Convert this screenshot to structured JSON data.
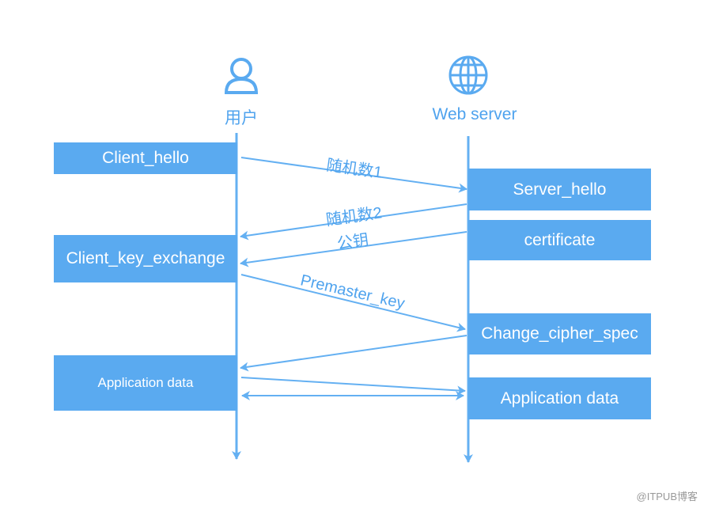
{
  "actors": {
    "user": {
      "label": "用户",
      "icon": "user-icon"
    },
    "server": {
      "label": "Web server",
      "icon": "globe-icon"
    }
  },
  "client_boxes": {
    "client_hello": "Client_hello",
    "client_key_exchange": "Client_key_exchange",
    "application_data": "Application data"
  },
  "server_boxes": {
    "server_hello": "Server_hello",
    "certificate": "certificate",
    "change_cipher_spec": "Change_cipher_spec",
    "application_data": "Application data"
  },
  "messages": {
    "random1": "随机数1",
    "random2": "随机数2",
    "public_key": "公钥",
    "premaster_key": "Premaster_key"
  },
  "watermark": "@ITPUB博客",
  "colors": {
    "accent": "#5aaaf0",
    "line": "#64b0f2",
    "text": "#4fa3ee"
  }
}
